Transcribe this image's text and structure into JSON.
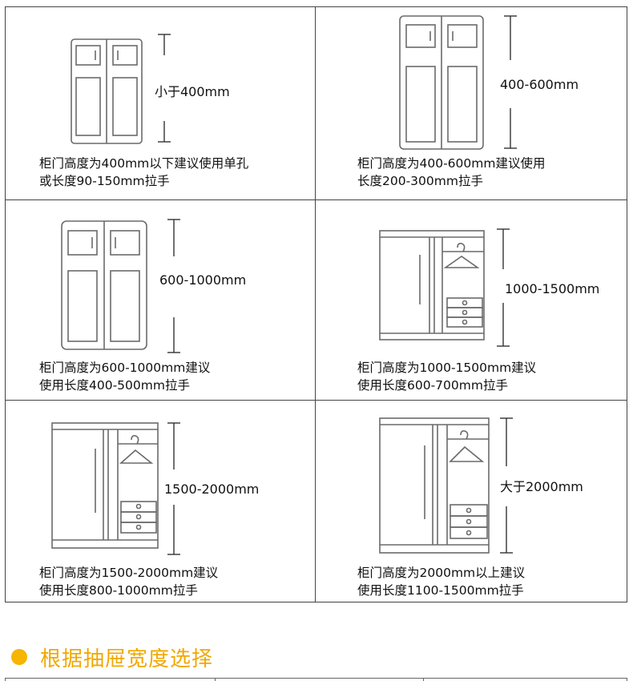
{
  "cells": [
    {
      "label": "小于400mm",
      "caption_1": "柜门高度为400mm以下建议使用单孔",
      "caption_2": "或长度90-150mm拉手",
      "type": "two-door-short"
    },
    {
      "label": "400-600mm",
      "caption_1": "柜门高度为400-600mm建议使用",
      "caption_2": "长度200-300mm拉手",
      "type": "two-door-medium"
    },
    {
      "label": "600-1000mm",
      "caption_1": "柜门高度为600-1000mm建议",
      "caption_2": "使用长度400-500mm拉手",
      "type": "two-door-tall"
    },
    {
      "label": "1000-1500mm",
      "caption_1": "柜门高度为1000-1500mm建议",
      "caption_2": "使用长度600-700mm拉手",
      "type": "sliding-wardrobe"
    },
    {
      "label": "1500-2000mm",
      "caption_1": "柜门高度为1500-2000mm建议",
      "caption_2": "使用长度800-1000mm拉手",
      "type": "sliding-wardrobe"
    },
    {
      "label": "大于2000mm",
      "caption_1": "柜门高度为2000mm以上建议",
      "caption_2": "使用长度1100-1500mm拉手",
      "type": "sliding-wardrobe"
    }
  ],
  "section": {
    "title": "根据抽屉宽度选择",
    "bullet_color": "#f5b500",
    "title_color": "#f0a800"
  }
}
